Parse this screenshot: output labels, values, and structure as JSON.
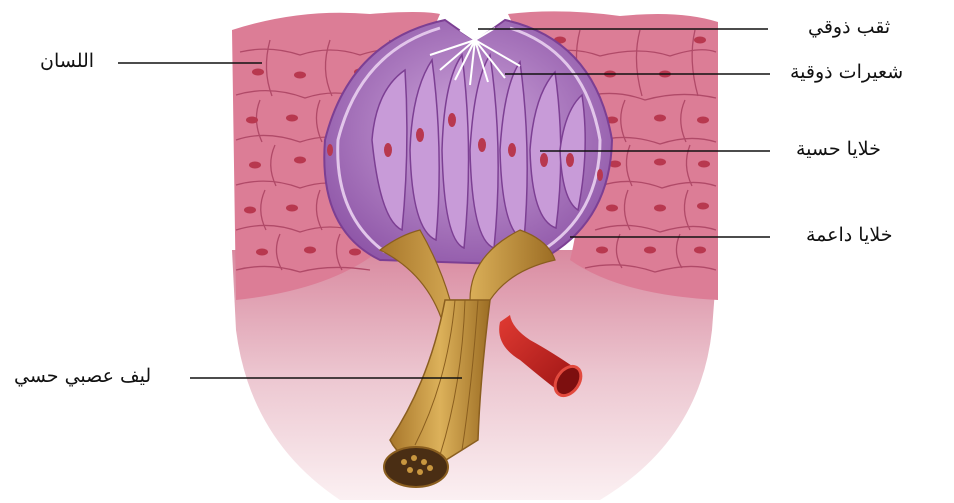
{
  "labels": {
    "taste_pore": "ثقب ذوقي",
    "taste_hairs": "شعيرات ذوقية",
    "sensory_cells": "خلايا حسية",
    "supporting_cells": "خلايا داعمة",
    "tongue": "اللسان",
    "sensory_nerve_fiber": "ليف عصبي حسي"
  },
  "colors": {
    "tongue_tissue": "#d9748f",
    "cell_outline": "#b04a68",
    "cell_nucleus": "#b8384f",
    "taste_bud": "#a56cba",
    "taste_bud_light": "#c9a1d6",
    "nerve_fiber": "#c9973f",
    "blood_vessel": "#c8201d",
    "lower_tissue": "#ead0d6"
  }
}
